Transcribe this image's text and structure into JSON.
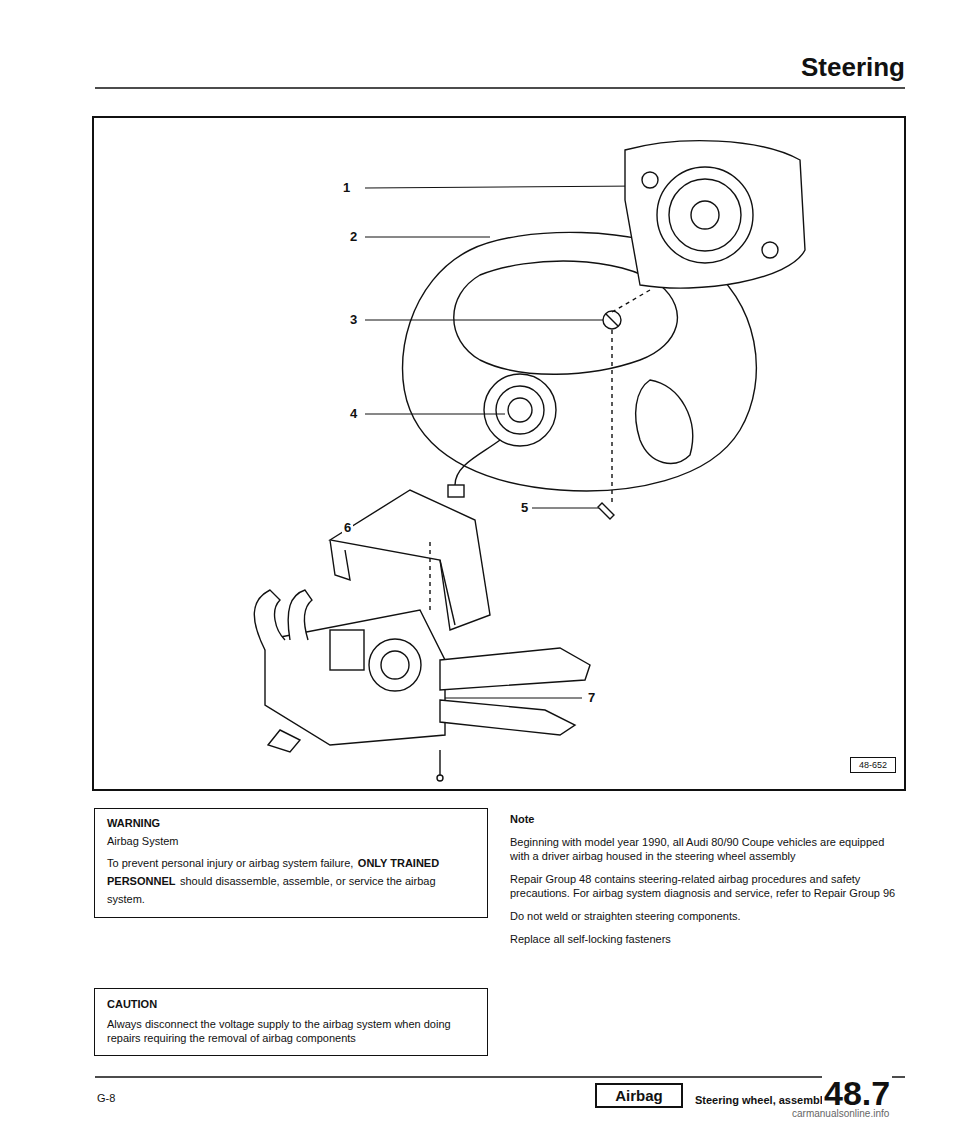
{
  "diagram": {
    "title": "Steering",
    "nodes": [
      {
        "text": [
          "WARNING",
          "Airbag System",
          "To prevent personal injury or airbag system failure,",
          "ONLY TRAINED PERSONNEL",
          "should disassemble, assemble, or service the airbag system."
        ]
      },
      {
        "text": [
          "CAUTION",
          "Always disconnect the voltage supply to the airbag system when doing repairs requiring the removal of airbag components"
        ]
      },
      {
        "text": [
          "48-652"
        ]
      },
      {
        "text": [
          "Airbag"
        ]
      }
    ],
    "edges": [],
    "labels": [
      "1",
      "2",
      "3",
      "4",
      "6",
      "5",
      "7",
      "Note",
      "Beginning with model year 1990, all Audi 80/90 Coupe vehicles are equipped with a driver airbag housed in the steering wheel assembly",
      "Repair Group 48 contains steering-related airbag procedures and safety precautions. For airbag system diagnosis and service, refer to Repair Group 96",
      "Do not weld or straighten steering components.",
      "Replace all self-locking fasteners",
      "G-8",
      "Steering wheel, assembly",
      "48.7",
      "carmanualsonline.info"
    ]
  }
}
